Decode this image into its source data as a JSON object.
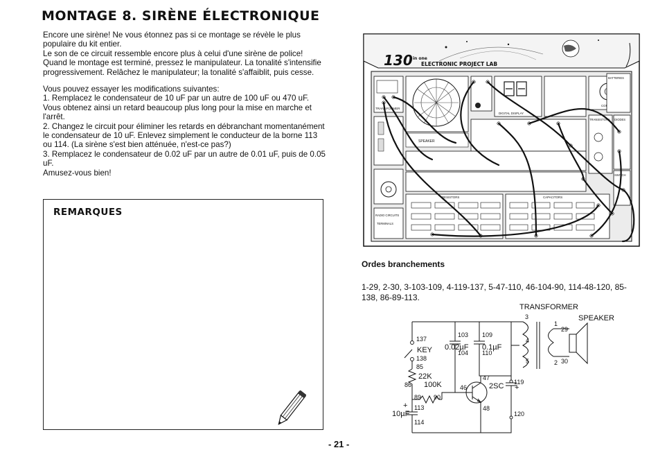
{
  "title": "MONTAGE 8. SIRÈNE ÉLECTRONIQUE",
  "paragraphs": {
    "p1": "Encore une sirène! Ne vous étonnez pas si ce montage se révèle le plus populaire du kit entier.",
    "p2": "Le son de ce circuit ressemble encore plus à celui d'une sirène de police! Quand le montage est terminé, pressez le manipulateur. La tonalité s'intensifie progressivement. Relâchez le manipulateur; la tonalité s'affaiblit, puis cesse.",
    "p3": "Vous pouvez essayer les modifications suivantes:",
    "p4": "1. Remplacez le condensateur de 10 uF par un autre de 100 uF ou 470 uF. Vous obtenez ainsi un retard beaucoup plus long pour la mise en marche et l'arrêt.",
    "p5": "2. Changez le circuit pour éliminer les retards en débranchant momentanément le condensateur de 10 uF. Enlevez simplement le conducteur de la borne 113 ou 114. (La sirène s'est bien atténuée, n'est-ce pas?)",
    "p6": "3. Remplacez le condensateur de 0.02 uF par un autre de 0.01 uF, puis de 0.05 uF.",
    "p7": "Amusez-vous bien!"
  },
  "remarks_title": "REMARQUES",
  "lab": {
    "logo_number": "130",
    "logo_small": "in one",
    "logo_text": "ELECTRONIC PROJECT LAB",
    "labels": {
      "transformer": "TRANSFORMER",
      "speaker": "SPEAKER",
      "digital_display": "DIGITAL DISPLAY",
      "transistors": "TRANSISTORS",
      "resistors": "RESISTORS",
      "capacitors": "CAPACITORS",
      "radio_circuits": "RADIO CIRCUITS",
      "terminals": "TERMINALS",
      "batteries": "BATTERIES",
      "control": "CONTROL",
      "switch": "SWITCH",
      "diodes": "DIODES"
    }
  },
  "connections_title": "Ordes branchements",
  "connections": "1-29, 2-30, 3-103-109, 4-119-137, 5-47-110, 46-104-90, 114-48-120, 85-138, 86-89-113.",
  "schematic": {
    "transformer": "TRANSFORMER",
    "speaker": "SPEAKER",
    "key": "KEY",
    "c1": "0.02µF",
    "c2": "0.1µF",
    "r1": "22K",
    "r2": "100K",
    "transistor": "2SC",
    "c3": "10µF",
    "terminals": [
      "3",
      "4",
      "5",
      "2",
      "1",
      "29",
      "30",
      "103",
      "104",
      "109",
      "110",
      "137",
      "138",
      "85",
      "86",
      "89",
      "90",
      "113",
      "114",
      "46",
      "47",
      "48",
      "119",
      "120"
    ]
  },
  "page_number": "- 21 -"
}
